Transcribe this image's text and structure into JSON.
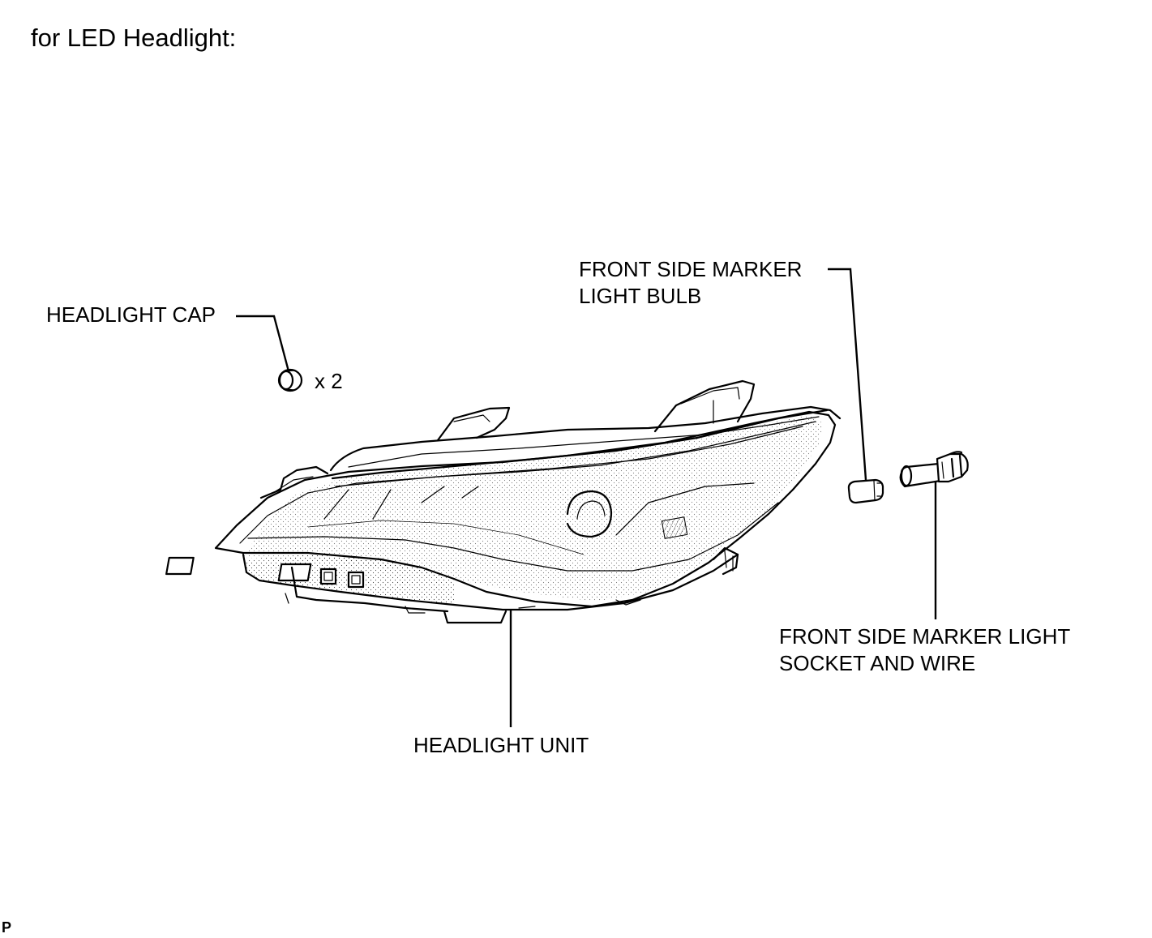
{
  "title": "for LED Headlight:",
  "labels": {
    "headlight_cap": "HEADLIGHT CAP",
    "quantity": "x 2",
    "marker_bulb_line1": "FRONT SIDE MARKER",
    "marker_bulb_line2": "LIGHT BULB",
    "marker_socket_line1": "FRONT SIDE MARKER LIGHT",
    "marker_socket_line2": "SOCKET AND WIRE",
    "headlight_unit": "HEADLIGHT UNIT"
  },
  "corner_mark": "P"
}
